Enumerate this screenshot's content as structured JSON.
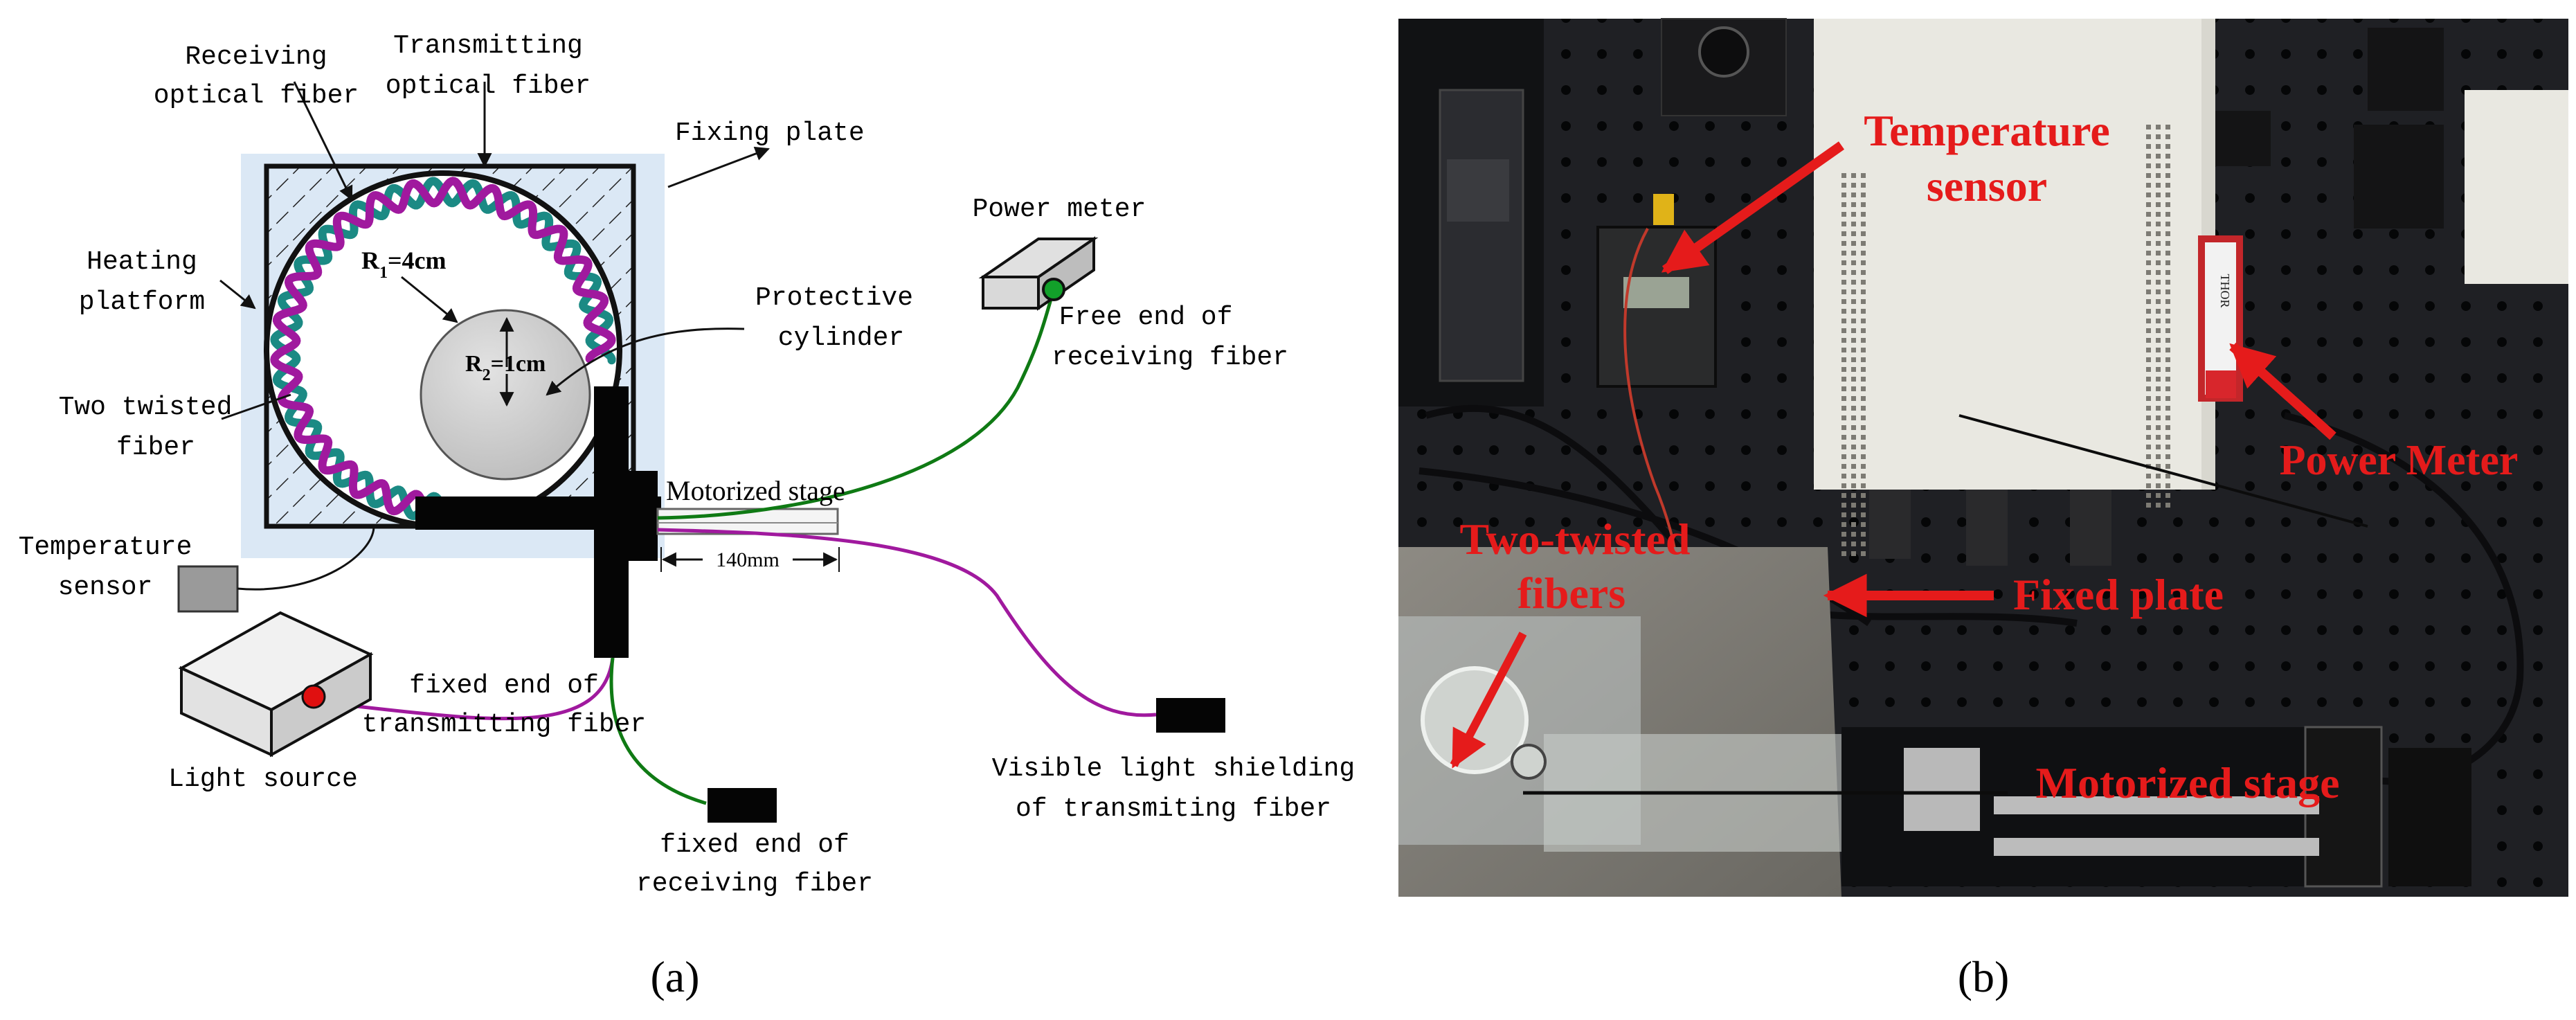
{
  "panel_a": {
    "caption": "(a)",
    "labels": {
      "receiving_fiber": [
        "Receiving",
        "optical fiber"
      ],
      "transmitting_fiber": [
        "Transmitting",
        "optical fiber"
      ],
      "fixing_plate": "Fixing plate",
      "heating_platform": [
        "Heating",
        "platform"
      ],
      "r1": "R1=4cm",
      "r2": "R2=1cm",
      "protective_cylinder": [
        "Protective",
        "cylinder"
      ],
      "two_twisted_fiber": [
        "Two twisted",
        "fiber"
      ],
      "temperature_sensor": [
        "Temperature",
        "sensor"
      ],
      "power_meter": "Power meter",
      "free_end": [
        "Free end of",
        "receiving fiber"
      ],
      "motorized_stage": "Motorized stage",
      "distance": "140mm",
      "fixed_end_transmitting": [
        "fixed end of",
        "transmitting fiber"
      ],
      "light_source": "Light source",
      "visible_light_shielding": [
        "Visible light shielding",
        "of transmiting fiber"
      ],
      "fixed_end_receiving": [
        "fixed end of",
        "receiving fiber"
      ]
    },
    "colors": {
      "plate_bg": "#dbe8f5",
      "fiber_magenta": "#a0199e",
      "fiber_teal": "#1b8a84",
      "receiving_line": "#0f7a14",
      "light_dot": "#e01010",
      "meter_dot": "#12a02a",
      "cylinder": "#cfcfcf"
    }
  },
  "panel_b": {
    "caption": "(b)",
    "labels": {
      "temperature_sensor": [
        "Temperature",
        "sensor"
      ],
      "power_meter": "Power Meter",
      "two_twisted_fibers": [
        "Two-twisted",
        "fibers"
      ],
      "fixed_plate": "Fixed plate",
      "motorized_stage": "Motorized stage",
      "thor_label": "THOR"
    },
    "colors": {
      "annotation": "#e51b1b",
      "table": "#1f2024",
      "white_box": "#e9e8e1"
    }
  }
}
